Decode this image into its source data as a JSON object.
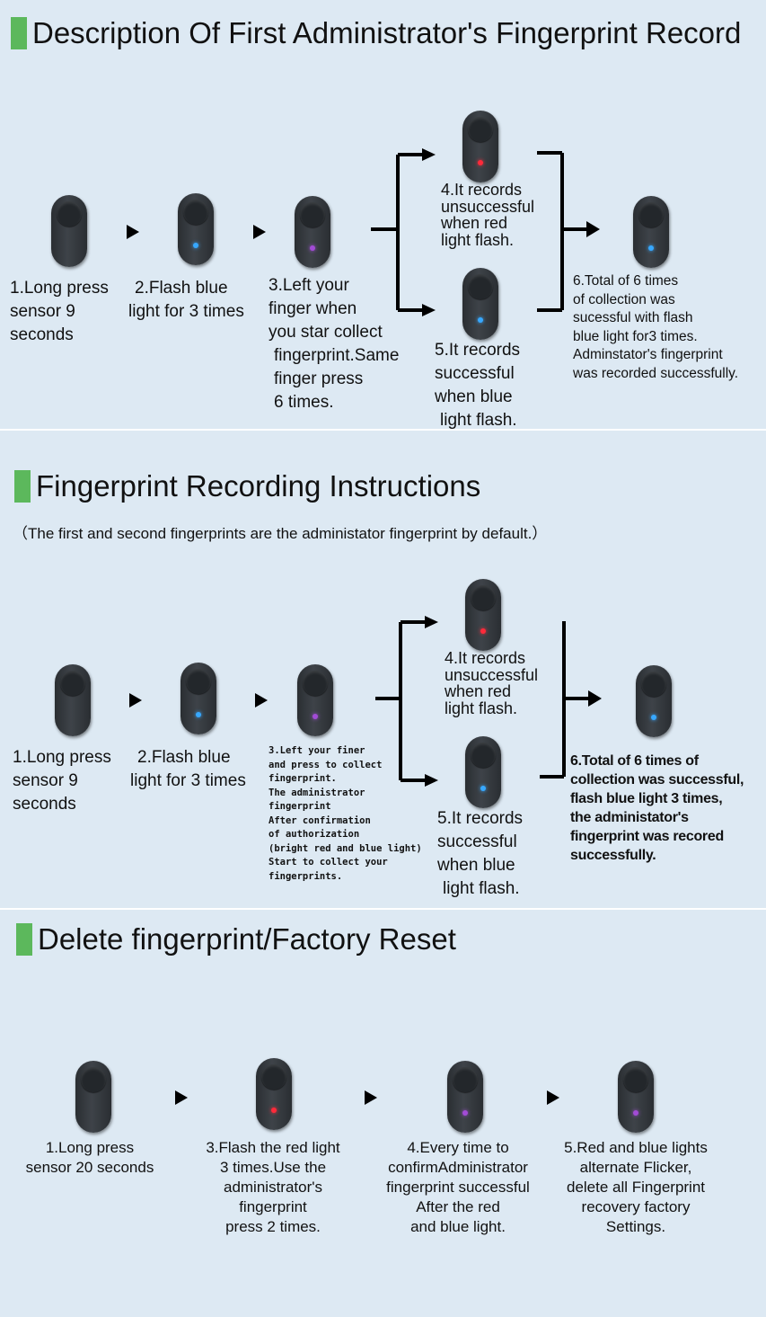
{
  "section1": {
    "title": "Description Of First Administrator's Fingerprint Record",
    "step1": [
      "1.Long press",
      "sensor 9",
      "seconds"
    ],
    "step2": [
      "2.Flash blue",
      "light for 3 times"
    ],
    "step3": [
      "3.Left your",
      "finger when",
      "you star collect",
      "fingerprint.Same",
      "finger press",
      "6 times."
    ],
    "step4": [
      "4.It records",
      "unsuccessful",
      "when red",
      "light flash."
    ],
    "step5": [
      "5.It records",
      "successful",
      "when blue",
      "light flash."
    ],
    "step6": [
      "6.Total of 6 times",
      "of collection was",
      "sucessful with flash",
      "blue light for3 times.",
      "Adminstator's fingerprint",
      "was recorded successfully."
    ]
  },
  "section2": {
    "title": "Fingerprint Recording Instructions",
    "note": "（The first and second fingerprints are the administator fingerprint by default.）",
    "step1": [
      "1.Long press",
      "sensor 9",
      "seconds"
    ],
    "step2": [
      "2.Flash blue",
      "light for 3 times"
    ],
    "step3": [
      "3.Left your finer",
      "and press to collect",
      "fingerprint.",
      "The administrator",
      "fingerprint",
      "After confirmation",
      "of authorization",
      "(bright red and blue light)",
      "Start to collect your",
      "fingerprints."
    ],
    "step4": [
      "4.It records",
      "unsuccessful",
      "when red",
      "light flash."
    ],
    "step5": [
      "5.It records",
      "successful",
      "when blue",
      "light flash."
    ],
    "step6": [
      "6.Total of 6 times of",
      "collection was successful,",
      "flash blue light 3 times,",
      "the administator's",
      "fingerprint was recored",
      "successfully."
    ]
  },
  "section3": {
    "title": "Delete fingerprint/Factory Reset",
    "step1": [
      "1.Long press",
      "sensor 20 seconds"
    ],
    "step3": [
      "3.Flash the red light",
      "3 times.Use the",
      "administrator's",
      "fingerprint",
      "press 2 times."
    ],
    "step4": [
      "4.Every time to",
      "confirmAdministrator",
      "fingerprint successful",
      "After the red",
      "and blue light."
    ],
    "step5": [
      "5.Red and blue lights",
      "alternate  Flicker,",
      "delete all  Fingerprint",
      "recovery factory",
      "Settings."
    ]
  },
  "colors": {
    "header_bar": "#5cb85c",
    "panel_bg": "#dde9f3",
    "led_blue": "#37a8ff",
    "led_red": "#ff2a3a",
    "led_purple": "#a24bd6"
  },
  "icons": [
    "fingerprint-sensor-icon",
    "arrow-right-icon",
    "bracket-arrow-icon"
  ]
}
